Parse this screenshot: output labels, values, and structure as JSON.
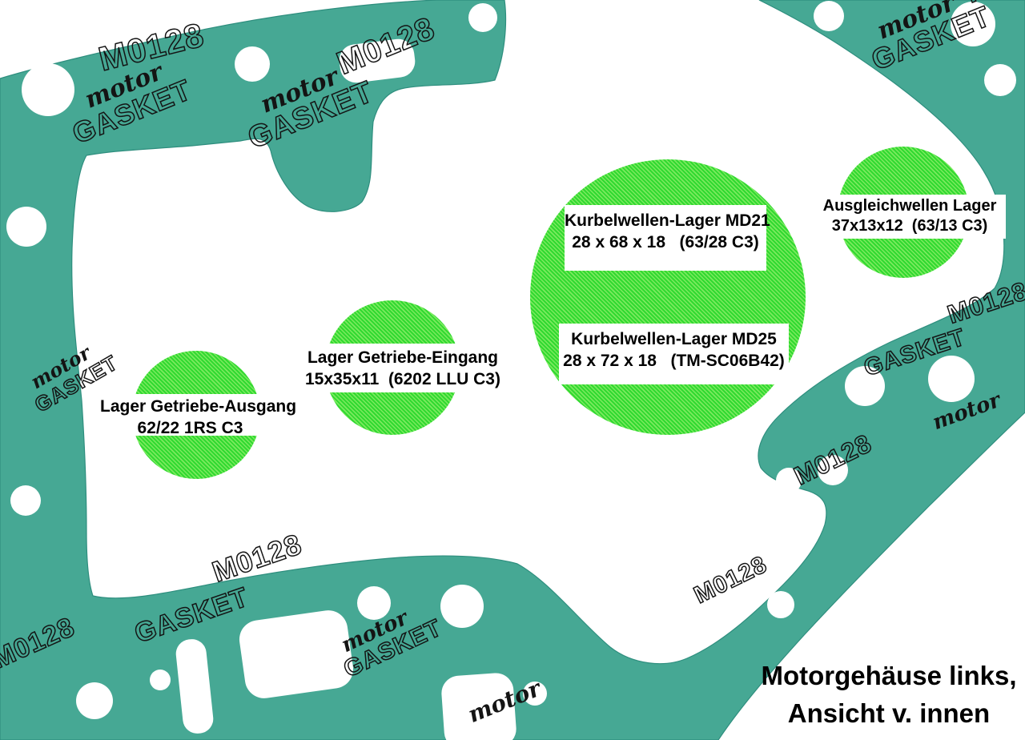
{
  "annotations": {
    "bearings": [
      {
        "id": "getriebe-ausgang",
        "line1": "Lager Getriebe-Ausgang",
        "line2": "62/22 1RS C3"
      },
      {
        "id": "getriebe-eingang",
        "line1": "Lager Getriebe-Eingang",
        "line2": "15x35x11  (6202 LLU C3)"
      },
      {
        "id": "kurbelwellen-md21",
        "line1": "Kurbelwellen-Lager MD21",
        "line2": "28 x 68 x 18   (63/28 C3)"
      },
      {
        "id": "kurbelwellen-md25",
        "line1": "Kurbelwellen-Lager MD25",
        "line2": "28 x 72 x 18   (TM-SC06B42)"
      },
      {
        "id": "ausgleichwellen",
        "line1": "Ausgleichwellen Lager",
        "line2": "37x13x12  (63/13 C3)"
      }
    ],
    "caption": {
      "line1": "Motorgehäuse links,",
      "line2": "Ansicht v. innen"
    }
  },
  "gasket": {
    "brand_word_script": "motor",
    "brand_word_main": "GASKET",
    "brand_code": "M0128"
  },
  "colors": {
    "gasket_teal": "#46a894",
    "gasket_edge": "#2e8e7e",
    "highlight_green": "#31d931",
    "highlight_green_light": "#7cea5e",
    "stamp_black": "#141414",
    "background": "#ffffff",
    "text_black": "#000000"
  }
}
